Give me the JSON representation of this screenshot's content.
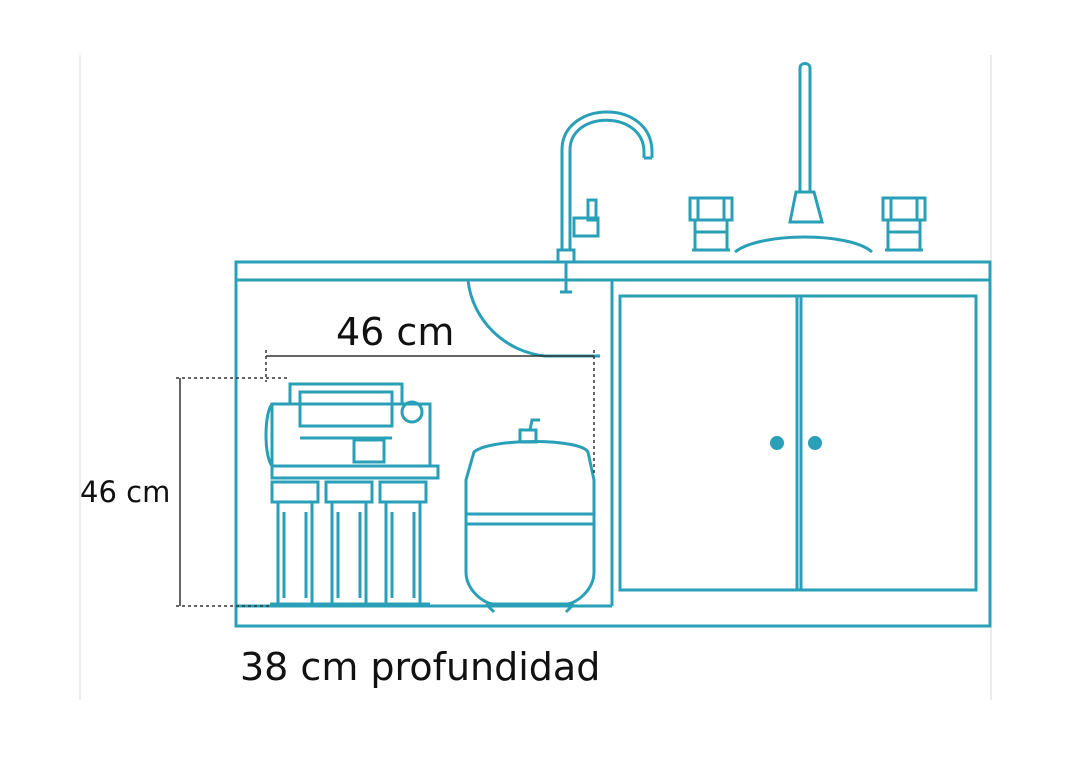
{
  "labels": {
    "width": "46 cm",
    "height": "46 cm",
    "depth": "38 cm profundidad"
  },
  "colors": {
    "line": "#2a9fb8",
    "dimension": "#333333",
    "text": "#111111",
    "frame": "#d9d9d9"
  },
  "icons": [
    "faucet-icon",
    "sink-tap-icon",
    "filter-system-icon",
    "storage-tank-icon",
    "cabinet-door-icon"
  ]
}
